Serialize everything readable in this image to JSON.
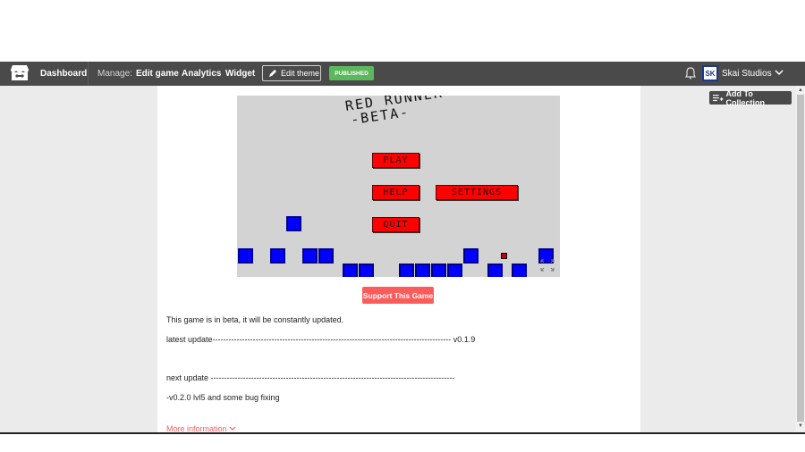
{
  "navbar": {
    "dashboard": "Dashboard",
    "manage": "Manage:",
    "edit_game": "Edit game",
    "analytics": "Analytics",
    "widget": "Widget",
    "edit_theme": "Edit theme",
    "published": "PUBLISHED",
    "studio_name": "Skai Studios",
    "avatar_text": "SK"
  },
  "add_to_collection": "Add To Collection",
  "game": {
    "title_line1": "RED RUNNER",
    "title_line2": "-BETA-",
    "buttons": {
      "play": "PLAY",
      "help": "HELP",
      "settings": "SETTINGS",
      "quit": "QUIT"
    }
  },
  "support_button": "Support This Game",
  "description": {
    "line1": "This game is in beta, it will be constantly updated.",
    "line2": "latest update----------------------------------------------------------------------------------------- v0.1.9",
    "line3": "next update -------------------------------------------------------------------------------------------",
    "line4": "-v0.2.0   lvl5   and some bug fixing"
  },
  "more_information": "More information",
  "colors": {
    "navbar": "#4a4a4a",
    "accent": "#fa5c5c",
    "published": "#5cb85c",
    "game_button": "#ff0000",
    "game_block": "#0000ff"
  }
}
